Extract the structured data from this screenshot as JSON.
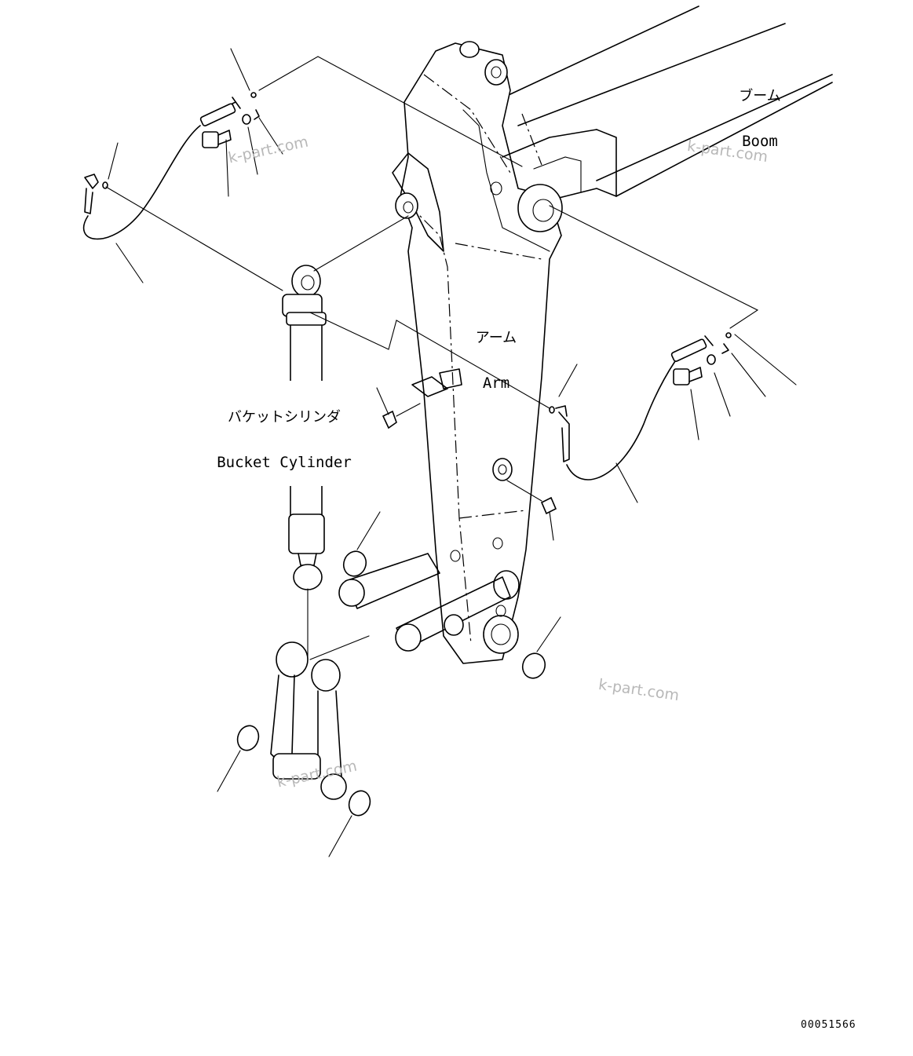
{
  "labels": {
    "boom_jp": "ブーム",
    "boom_en": "Boom",
    "arm_jp": "アーム",
    "arm_en": "Arm",
    "bucket_cylinder_jp": "バケットシリンダ",
    "bucket_cylinder_en": "Bucket Cylinder"
  },
  "watermarks": [
    "k-part.com",
    "k-part.com",
    "k-part.com",
    "k-part.com"
  ],
  "drawing_code": "00051566"
}
